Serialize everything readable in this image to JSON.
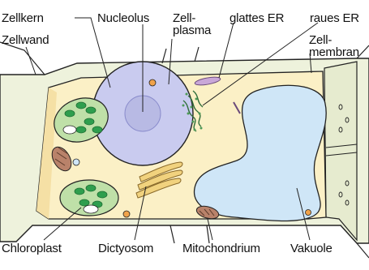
{
  "labels": {
    "zellkern": "Zellkern",
    "nucleolus": "Nucleolus",
    "zellplasma_1": "Zell-",
    "zellplasma_2": "plasma",
    "glattes_er": "glattes ER",
    "raues_er": "raues ER",
    "zellwand": "Zellwand",
    "zellmembran_1": "Zell-",
    "zellmembran_2": "membran",
    "chloroplast": "Chloroplast",
    "dictyosom": "Dictyosom",
    "mitochondrium": "Mitochondrium",
    "vakuole": "Vakuole"
  },
  "colors": {
    "cell_wall": "#eef2dc",
    "cytoplasm": "#fbf0c6",
    "nucleus": "#c9cbef",
    "vacuole": "#cfe6f7",
    "chloroplast": "#bfe0a8",
    "grana": "#2f9e4e",
    "dictyosome": "#f1d27e",
    "mitochondrion": "#b9826a",
    "smooth_er": "#c9a7d8",
    "rough_er": "#4d9a57",
    "granule": "#f0a24a",
    "outline": "#222222"
  }
}
